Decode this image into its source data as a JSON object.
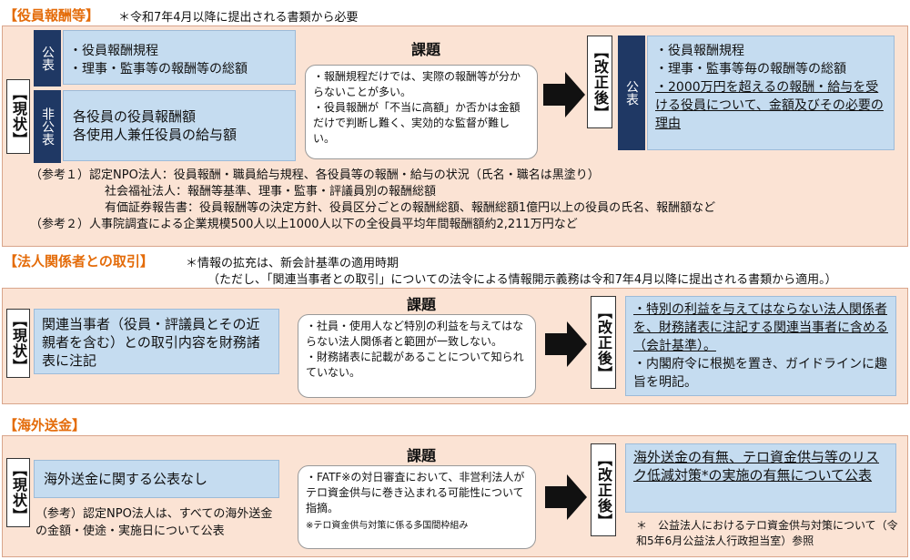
{
  "section1": {
    "title": "【役員報酬等】",
    "note": "＊令和7年4月以降に提出される書類から必要",
    "genjo": "【現状】",
    "public_label": "公表",
    "public_items": [
      "・役員報酬規程",
      "・理事・監事等の報酬等の総額"
    ],
    "nonpublic_label": "非公表",
    "nonpublic_items": [
      "各役員の役員報酬額",
      "各使用人兼任役員の給与額"
    ],
    "kadai_title": "課題",
    "kadai_items": [
      "・報酬規程だけでは、実際の報酬等が分からないことが多い。",
      "・役員報酬が「不当に高額」か否かは金額だけで判断し難く、実効的な監督が難しい。"
    ],
    "kaisei": "【改正後】",
    "after_label": "公表",
    "after_items": [
      "・役員報酬規程",
      "・理事・監事等毎の報酬等の総額",
      "・2000万円を超えるの報酬・給与を受ける役員について、金額及びその必要の理由"
    ],
    "refs": [
      "（参考１）認定NPO法人：役員報酬・職員給与規程、各役員等の報酬・給与の状況（氏名・職名は黒塗り）",
      "社会福祉法人：報酬等基準、理事・監事・評議員別の報酬総額",
      "有価証券報告書：役員報酬等の決定方針、役員区分ごとの報酬総額、報酬総額1億円以上の役員の氏名、報酬額など",
      "（参考２）人事院調査による企業規模500人以上1000人以下の全役員平均年間報酬額約2,211万円など"
    ]
  },
  "section2": {
    "title": "【法人関係者との取引】",
    "note1": "＊情報の拡充は、新会計基準の適用時期",
    "note2": "（ただし、「関連当事者との取引」についての法令による情報開示義務は令和7年4月以降に提出される書類から適用。）",
    "genjo": "【現状】",
    "current": "関連当事者（役員・評議員とその近親者を含む）との取引内容を財務諸表に注記",
    "kadai_title": "課題",
    "kadai_items": [
      "・社員・使用人など特別の利益を与えてはならない法人関係者と範囲が一致しない。",
      "・財務諸表に記載があることについて知られていない。"
    ],
    "kaisei": "【改正後】",
    "after_items": [
      "・特別の利益を与えてはならない法人関係者を、財務諸表に注記する関連当事者に含める（会計基準）。",
      "・内閣府令に根拠を置き、ガイドラインに趣旨を明記。"
    ]
  },
  "section3": {
    "title": "【海外送金】",
    "genjo": "【現状】",
    "current": "海外送金に関する公表なし",
    "ref": "（参考）認定NPO法人は、すべての海外送金の金額・使途・実施日について公表",
    "kadai_title": "課題",
    "kadai_items": [
      "・FATF※の対日審査において、非営利法人がテロ資金供与に巻き込まれる可能性について指摘。"
    ],
    "kadai_footnote": "※テロ資金供与対策に係る多国間枠組み",
    "kaisei": "【改正後】",
    "after": "海外送金の有無、テロ資金供与等のリスク低減対策*の実施の有無について公表",
    "after_note": "＊　公益法人におけるテロ資金供与対策について（令和5年6月公益法人行政担当室）参照"
  },
  "colors": {
    "accent": "#e46c0a",
    "panel": "#fbe3d4",
    "blue": "#c5dcf0",
    "navy": "#1f3864"
  }
}
